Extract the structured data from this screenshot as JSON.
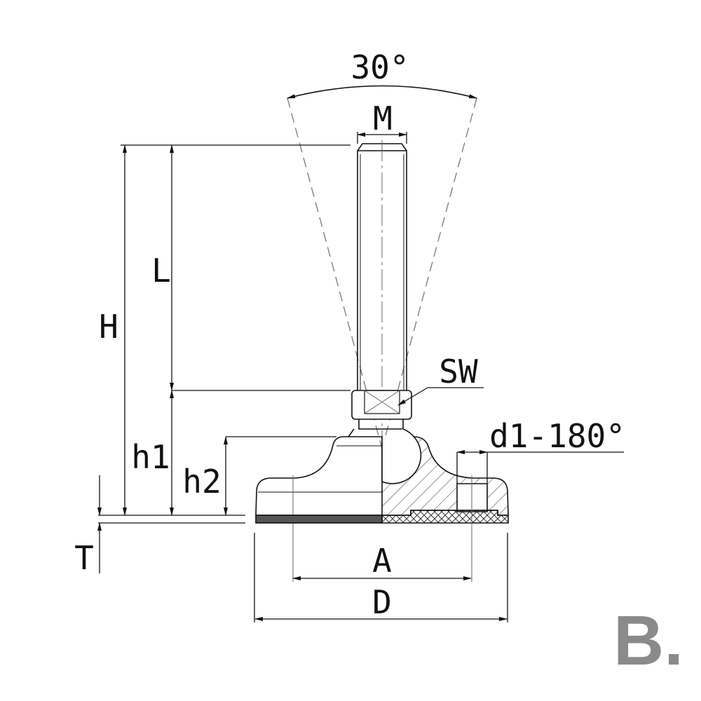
{
  "labels": {
    "angle": "30°",
    "thread": "M",
    "overall_height": "H",
    "thread_length": "L",
    "h1": "h1",
    "h2": "h2",
    "pad_thickness": "T",
    "wrench_size": "SW",
    "hole": "d1-180°",
    "hole_spacing": "A",
    "base_diameter": "D"
  },
  "logo": "B.",
  "colors": {
    "line": "#111111",
    "pad": "#555555",
    "logo": "#8a8a8a"
  }
}
